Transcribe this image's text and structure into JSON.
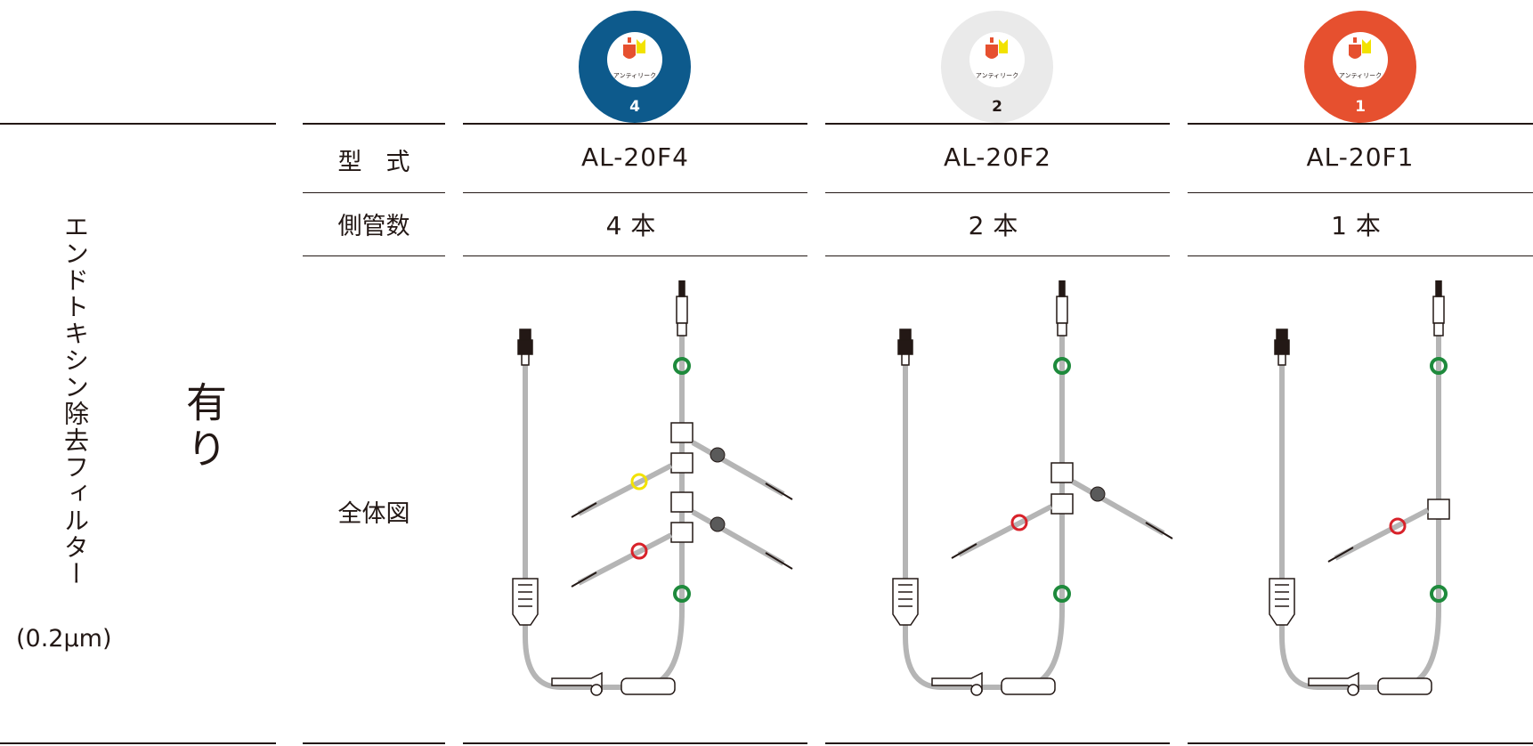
{
  "left_panel": {
    "vertical_title": "エンドトキシン除去フィルター",
    "value": "有り",
    "pore_size": "(0.2μm)"
  },
  "row_labels": {
    "model": "型　式",
    "side_tubes": "側管数",
    "overall_view": "全体図"
  },
  "products": [
    {
      "model": "AL-20F4",
      "side_tube_count": "4本",
      "badge_number": "4",
      "badge_color": "#0d5a8c",
      "badge_num_color": "#ffffff",
      "logo_text": "アンティリーク"
    },
    {
      "model": "AL-20F2",
      "side_tube_count": "2本",
      "badge_number": "2",
      "badge_color": "#eaeaea",
      "badge_num_color": "#231815",
      "logo_text": "アンティリーク"
    },
    {
      "model": "AL-20F1",
      "side_tube_count": "1本",
      "badge_number": "1",
      "badge_color": "#e6502f",
      "badge_num_color": "#ffffff",
      "logo_text": "アンティリーク"
    }
  ],
  "colors": {
    "tube": "#b5b5b5",
    "clamp_green": "#1e8a3c",
    "clamp_red": "#d8222a",
    "clamp_yellow": "#f2e200",
    "clamp_gray": "#5a5a5a",
    "line": "#231815"
  }
}
